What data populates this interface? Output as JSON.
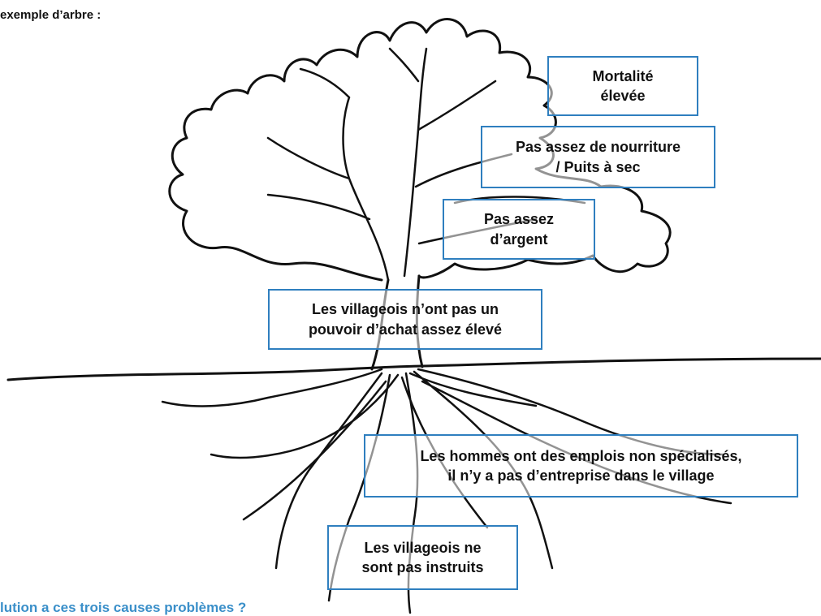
{
  "heading": "exemple d’arbre :",
  "footer": "lution a ces trois causes problèmes ?",
  "boxes": {
    "mortalite": [
      "Mortalité",
      "élevée"
    ],
    "nourriture": [
      "Pas assez de nourriture",
      "/ Puits à sec"
    ],
    "argent": [
      "Pas assez",
      "d’argent"
    ],
    "pouvoir": [
      "Les villageois n’ont pas un",
      "pouvoir d’achat assez élevé"
    ],
    "emplois": [
      "Les hommes ont des emplois non spécialisés,",
      "il n’y a pas d’entreprise dans le village"
    ],
    "instruits": [
      "Les villageois ne",
      "sont pas instruits"
    ]
  },
  "colors": {
    "box_border": "#2f7fbf",
    "footer": "#3a8fc9",
    "ink": "#111111"
  }
}
